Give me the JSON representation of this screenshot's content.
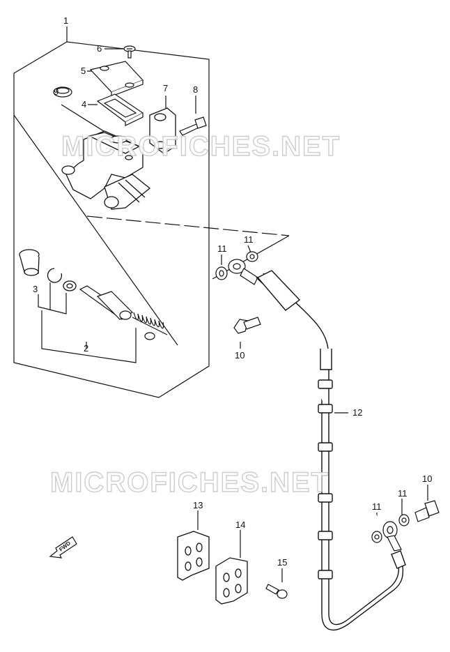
{
  "watermarks": [
    "MICROFICHES.NET",
    "MICROFICHES.NET"
  ],
  "fwd_label": "FWD",
  "callouts": [
    {
      "id": "c1",
      "text": "1"
    },
    {
      "id": "c2",
      "text": "2"
    },
    {
      "id": "c3",
      "text": "3"
    },
    {
      "id": "c4",
      "text": "4"
    },
    {
      "id": "c5",
      "text": "5"
    },
    {
      "id": "c6",
      "text": "6"
    },
    {
      "id": "c7",
      "text": "7"
    },
    {
      "id": "c8",
      "text": "8"
    },
    {
      "id": "c9",
      "text": "9"
    },
    {
      "id": "c10a",
      "text": "10"
    },
    {
      "id": "c10b",
      "text": "10"
    },
    {
      "id": "c11a",
      "text": "11"
    },
    {
      "id": "c11b",
      "text": "11"
    },
    {
      "id": "c11c",
      "text": "11"
    },
    {
      "id": "c11d",
      "text": "11"
    },
    {
      "id": "c12",
      "text": "12"
    },
    {
      "id": "c13",
      "text": "13"
    },
    {
      "id": "c14",
      "text": "14"
    },
    {
      "id": "c15",
      "text": "15"
    }
  ]
}
